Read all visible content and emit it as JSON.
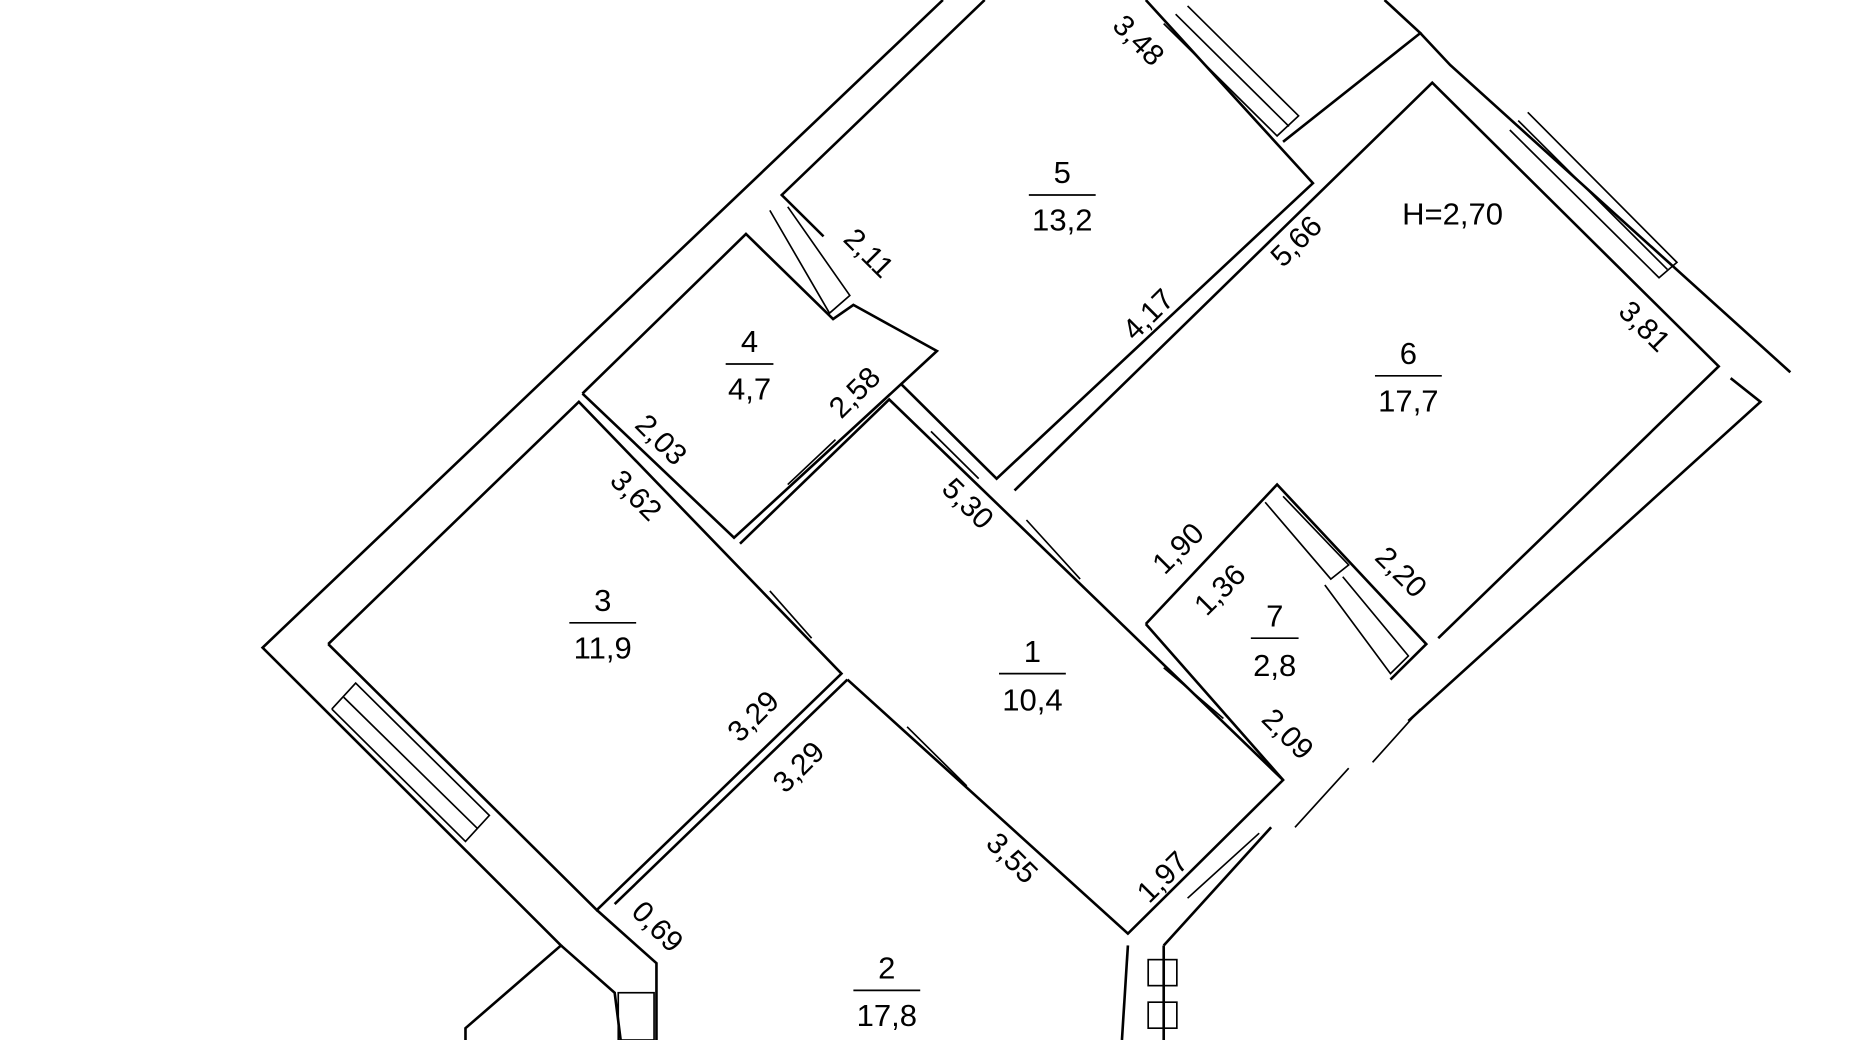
{
  "ceiling_height": "H=2,70",
  "rooms": [
    {
      "number": "1",
      "area": "10,4"
    },
    {
      "number": "2",
      "area": "17,8"
    },
    {
      "number": "3",
      "area": "11,9"
    },
    {
      "number": "4",
      "area": "4,7"
    },
    {
      "number": "5",
      "area": "13,2"
    },
    {
      "number": "6",
      "area": "17,7"
    },
    {
      "number": "7",
      "area": "2,8"
    }
  ],
  "dimensions": [
    "3,48",
    "2,11",
    "5,66",
    "3,81",
    "4,17",
    "2,58",
    "2,03",
    "3,62",
    "5,30",
    "1,90",
    "1,36",
    "2,20",
    "3,29",
    "3,29",
    "2,09",
    "3,55",
    "1,97",
    "0,69"
  ]
}
